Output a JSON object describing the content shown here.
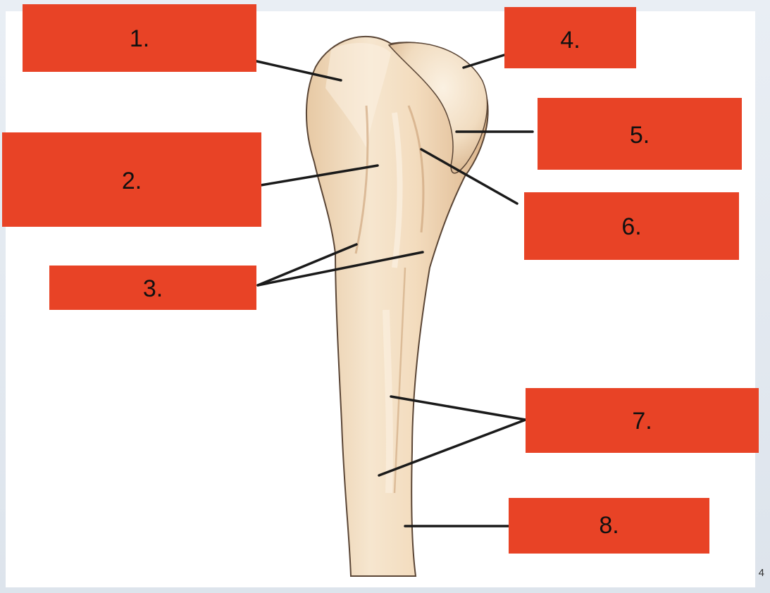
{
  "labels": [
    {
      "text": "1."
    },
    {
      "text": "2."
    },
    {
      "text": "3."
    },
    {
      "text": "4."
    },
    {
      "text": "5."
    },
    {
      "text": "6."
    },
    {
      "text": "7."
    },
    {
      "text": "8."
    }
  ],
  "page_number": "4",
  "colors": {
    "label_fill": "#e84326",
    "leader_line": "#1a1a1a",
    "bone": "#f1dcc0",
    "background": "#ffffff"
  }
}
